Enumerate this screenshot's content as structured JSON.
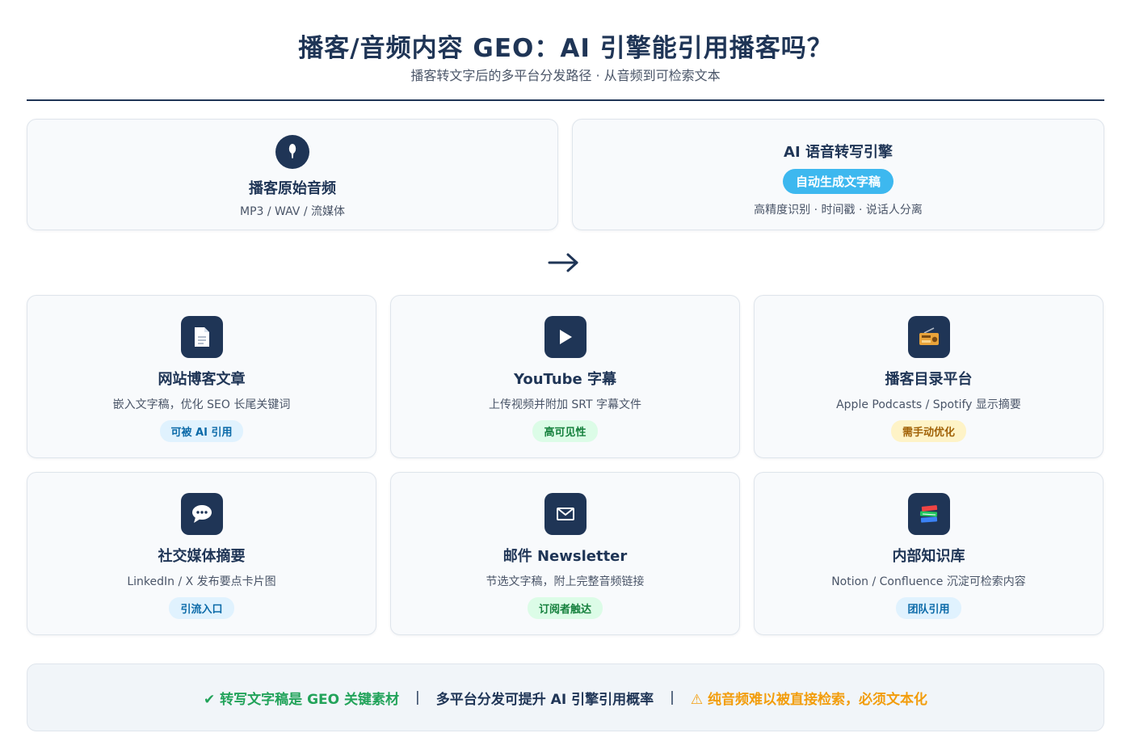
{
  "header": {
    "title": "播客/音频内容 GEO：AI 引擎能引用播客吗？",
    "subtitle": "播客转文字后的多平台分发路径 · 从音频到可检索文本"
  },
  "source": {
    "icon": "microphone-icon",
    "title": "播客原始音频",
    "subtitle": "MP3 / WAV / 流媒体"
  },
  "engine": {
    "title": "AI 语音转写引擎",
    "pill": "自动生成文字稿",
    "subtitle": "高精度识别 · 时间戳 · 说话人分离"
  },
  "flow_arrow": "arrow-right-icon",
  "channels": [
    {
      "icon": "document-icon",
      "title": "网站博客文章",
      "subtitle": "嵌入文字稿，优化 SEO 长尾关键词",
      "badge": "可被 AI 引用",
      "tone": "blue"
    },
    {
      "icon": "play-icon",
      "title": "YouTube 字幕",
      "subtitle": "上传视频并附加 SRT 字幕文件",
      "badge": "高可见性",
      "tone": "green"
    },
    {
      "icon": "radio-icon",
      "title": "播客目录平台",
      "subtitle": "Apple Podcasts / Spotify 显示摘要",
      "badge": "需手动优化",
      "tone": "amber"
    },
    {
      "icon": "chat-bubble-icon",
      "title": "社交媒体摘要",
      "subtitle": "LinkedIn / X 发布要点卡片图",
      "badge": "引流入口",
      "tone": "blue"
    },
    {
      "icon": "envelope-icon",
      "title": "邮件 Newsletter",
      "subtitle": "节选文字稿，附上完整音频链接",
      "badge": "订阅者触达",
      "tone": "green"
    },
    {
      "icon": "books-icon",
      "title": "内部知识库",
      "subtitle": "Notion / Confluence 沉淀可检索内容",
      "badge": "团队引用",
      "tone": "blue"
    }
  ],
  "footer": {
    "ok": "✔ 转写文字稿是 GEO 关键素材",
    "separator": "|",
    "mid": "多平台分发可提升 AI 引擎引用概率",
    "warn": "⚠ 纯音频难以被直接检索，必须文本化"
  },
  "colors": {
    "navy": "#1f3556",
    "accent_blue": "#3db8ef",
    "ok_green": "#22a35a",
    "warn_amber": "#f29d0c"
  }
}
